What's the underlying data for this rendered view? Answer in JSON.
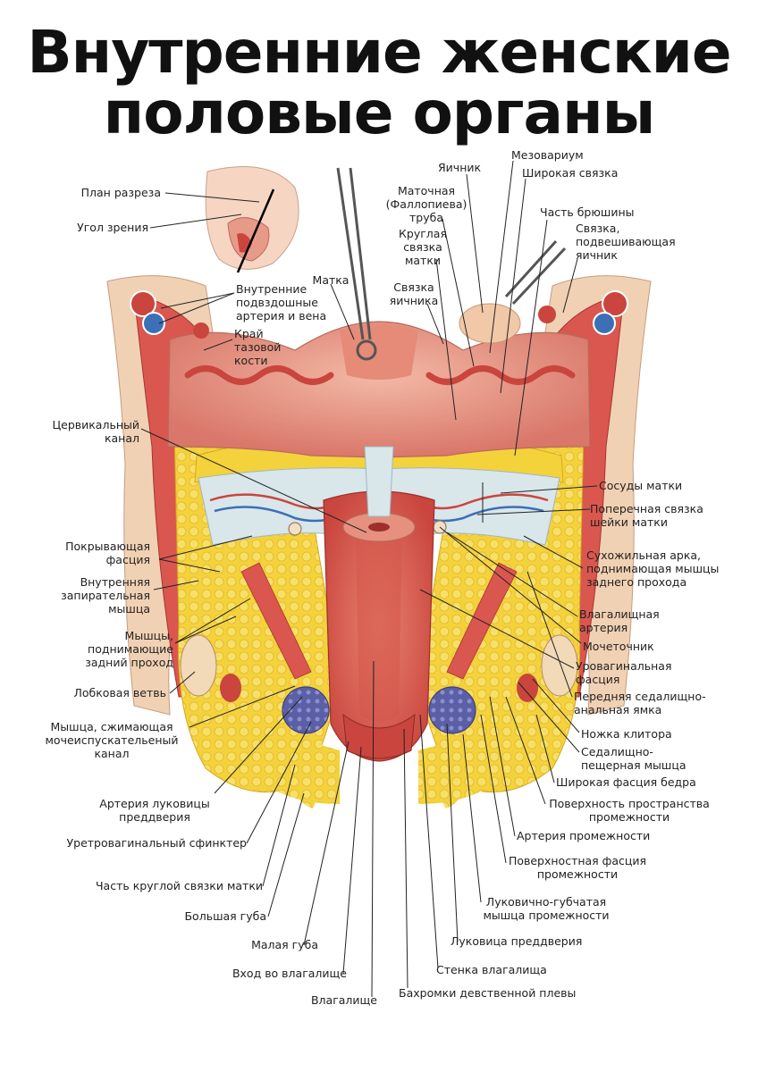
{
  "title": {
    "line1": "Внутренние женские",
    "line2": "половые органы"
  },
  "labels": {
    "plan_razreza": "План разреза",
    "ugol_zreniya": "Угол зрения",
    "matka": "Матка",
    "vnutr_arteria_1": "Внутренние",
    "vnutr_arteria_2": "подвздошные",
    "vnutr_arteria_3": "артерия и вена",
    "kray_1": "Край",
    "kray_2": "тазовой",
    "kray_3": "кости",
    "yaichnik": "Яичник",
    "mezovarium": "Мезовариум",
    "shirokaya_svyazka": "Широкая связка",
    "matochnaya_1": "Маточная",
    "matochnaya_2": "(Фаллопиева)",
    "matochnaya_3": "труба",
    "kruglaya_1": "Круглая",
    "kruglaya_2": "связка",
    "kruglaya_3": "матки",
    "svyazka_yaichnika_1": "Связка",
    "svyazka_yaichnika_2": "яичника",
    "chast_bryushiny": "Часть брюшины",
    "podvesh_1": "Связка,",
    "podvesh_2": "подвешивающая",
    "podvesh_3": "яичник",
    "cervikalny_1": "Цервикальный",
    "cervikalny_2": "канал",
    "sosudy_matki": "Сосуды матки",
    "poperechnaya_1": "Поперечная связка",
    "poperechnaya_2": "шейки матки",
    "pokryvayushchaya_1": "Покрывающая",
    "pokryvayushchaya_2": "фасция",
    "vnutr_zapir_1": "Внутренняя",
    "vnutr_zapir_2": "запирательная",
    "vnutr_zapir_3": "мышца",
    "sukhozhilnaya_1": "Сухожильная арка,",
    "sukhozhilnaya_2": "поднимающая мышцы",
    "sukhozhilnaya_3": "заднего прохода",
    "myshtsy_podn_1": "Мышцы,",
    "myshtsy_podn_2": "поднимающие",
    "myshtsy_podn_3": "задний проход",
    "vlag_arteria_1": "Влагалищная",
    "vlag_arteria_2": "артерия",
    "mochetochnik": "Мочеточник",
    "urovag_1": "Уровагинальная",
    "urovag_2": "фасция",
    "lobkovaya": "Лобковая ветвь",
    "perednyaya_1": "Передняя седалищно-",
    "perednyaya_2": "анальная ямка",
    "myshtsa_szhim_1": "Мышца, сжимающая",
    "myshtsa_szhim_2": "мочеиспускательеный",
    "myshtsa_szhim_3": "канал",
    "nozhka": "Ножка клитора",
    "sedalishchno_1": "Седалищно-",
    "sedalishchno_2": "пещерная мышца",
    "shirokaya_fasciya": "Широкая фасция бедра",
    "arteria_lukov_1": "Артерия луковицы",
    "arteria_lukov_2": "преддверия",
    "poverkhnost_1": "Поверхность пространства",
    "poverkhnost_2": "промежности",
    "uretrovag": "Уретровагинальный сфинктер",
    "arteria_promezh": "Артерия промежности",
    "chast_krugloy": "Часть круглой связки матки",
    "poverkh_fasciya_1": "Поверхностная фасция",
    "poverkh_fasciya_2": "промежности",
    "bolshaya_guba": "Большая губа",
    "lukovichno_1": "Луковично-губчатая",
    "lukovichno_2": "мышца промежности",
    "malaya_guba": "Малая губа",
    "lukovitsa": "Луковица преддверия",
    "vkhod": "Вход во влагалище",
    "stenka": "Стенка влагалища",
    "vlagalishche": "Влагалище",
    "bakhromki": "Бахромки девственной плевы"
  },
  "colors": {
    "muscle": "#d9574f",
    "fat": "#f4d23c",
    "tissue": "#f0b7a8",
    "bone": "#f2d9b8",
    "fascia": "#cfe0e8"
  }
}
